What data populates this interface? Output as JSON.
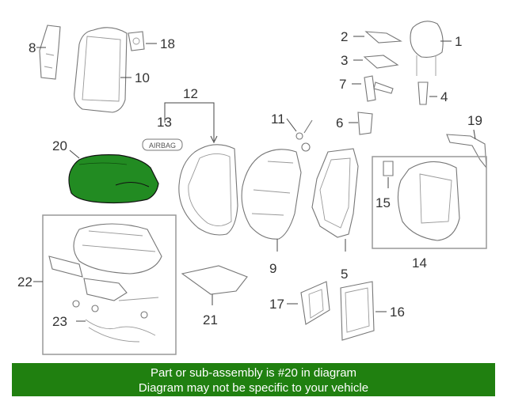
{
  "highlight_color": "#228B22",
  "banner_color": "#208010",
  "callouts": {
    "c1": "1",
    "c2": "2",
    "c3": "3",
    "c4": "4",
    "c5": "5",
    "c6": "6",
    "c7": "7",
    "c8": "8",
    "c9": "9",
    "c10": "10",
    "c11": "11",
    "c12": "12",
    "c13": "13",
    "c14": "14",
    "c15": "15",
    "c16": "16",
    "c17": "17",
    "c18": "18",
    "c19": "19",
    "c20": "20",
    "c21": "21",
    "c22": "22",
    "c23": "23"
  },
  "airbag_label": "AIRBAG",
  "banner": {
    "line1": "Part or sub-assembly is #20 in diagram",
    "line2": "Diagram may not be specific to your vehicle"
  }
}
